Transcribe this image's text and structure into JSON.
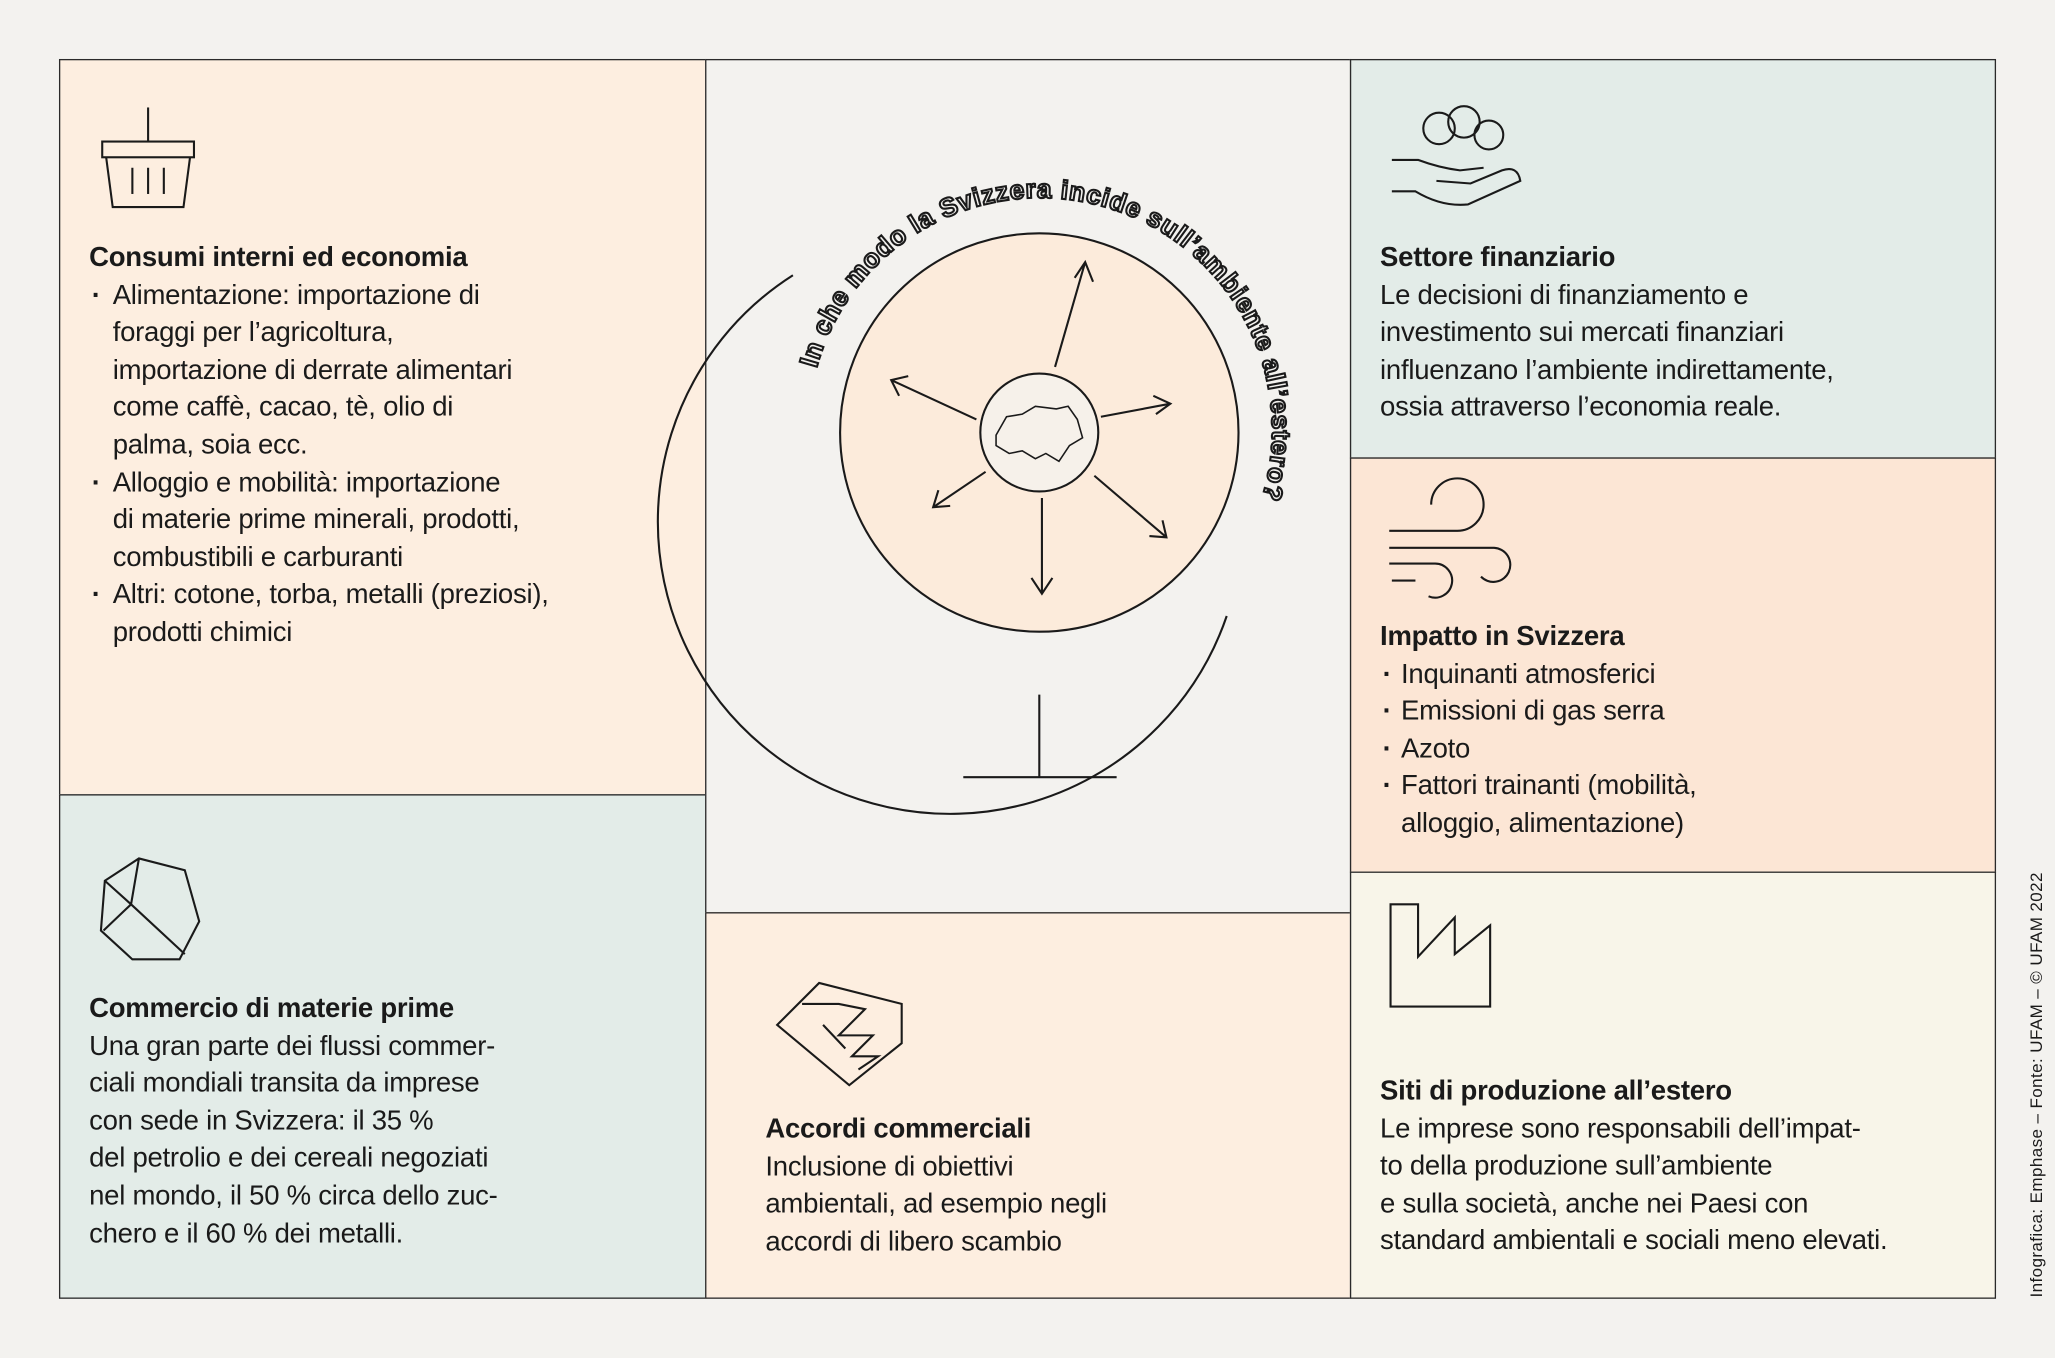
{
  "center": {
    "question": "In che modo la Svizzera incide sull’ambiente all’estero?"
  },
  "consumi": {
    "title": "Consumi interni ed economia",
    "items": [
      [
        "Alimentazione: importazione di",
        "foraggi per l’agricoltura,",
        "importazione di derrate alimentari",
        "come caffè, cacao, tè, olio di",
        "palma, soia ecc."
      ],
      [
        "Alloggio e mobilità: importazione",
        "di materie prime minerali, prodotti,",
        "combustibili e carburanti"
      ],
      [
        "Altri: cotone, torba, metalli (preziosi),",
        "prodotti chimici"
      ]
    ]
  },
  "commercio": {
    "title": "Commercio di materie prime",
    "lines": [
      "Una gran parte dei flussi commer-",
      "ciali mondiali transita da imprese",
      "con sede in Svizzera: il 35 %",
      "del petrolio e dei cereali negoziati",
      "nel mondo, il 50 % circa dello zuc-",
      "chero e il 60 % dei metalli."
    ]
  },
  "accordi": {
    "title": "Accordi commerciali",
    "lines": [
      "Inclusione di obiettivi",
      "ambientali, ad esempio negli",
      "accordi di libero scambio"
    ]
  },
  "finanziario": {
    "title": "Settore finanziario",
    "lines": [
      "Le decisioni di finanziamento e",
      "investimento sui mercati finanziari",
      "influenzano l’ambiente indirettamente,",
      "ossia attraverso l’economia reale."
    ]
  },
  "impatto": {
    "title": "Impatto in Svizzera",
    "items": [
      [
        "Inquinanti atmosferici"
      ],
      [
        "Emissioni di gas serra"
      ],
      [
        "Azoto"
      ],
      [
        "Fattori trainanti (mobilità,",
        "alloggio, alimentazione)"
      ]
    ]
  },
  "siti": {
    "title": "Siti di produzione all’estero",
    "lines": [
      "Le imprese sono responsabili dell’impat-",
      "to della produzione sull’ambiente",
      "e sulla società, anche nei Paesi con",
      "standard ambientali e sociali meno elevati."
    ]
  },
  "credit": "Infografica: Emphase – Fonte: UFAM – © UFAM 2022",
  "colors": {
    "peach": "#fdeee0",
    "teal": "#e3ece8",
    "impact": "#fce6d5",
    "cream": "#f8f5e9",
    "background": "#f3f2ef"
  }
}
